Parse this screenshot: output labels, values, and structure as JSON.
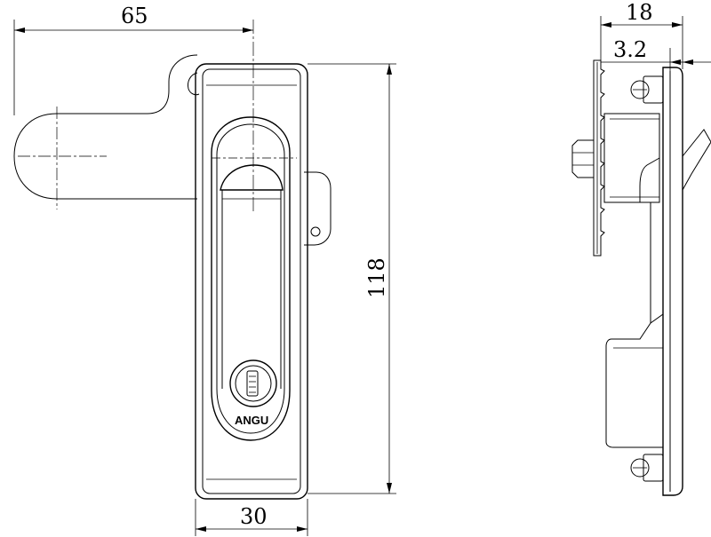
{
  "dimensions": {
    "handle_length": "65",
    "overall_height": "118",
    "width": "30",
    "depth": "18",
    "plate_thickness": "3.2"
  },
  "brand": "ANGU"
}
